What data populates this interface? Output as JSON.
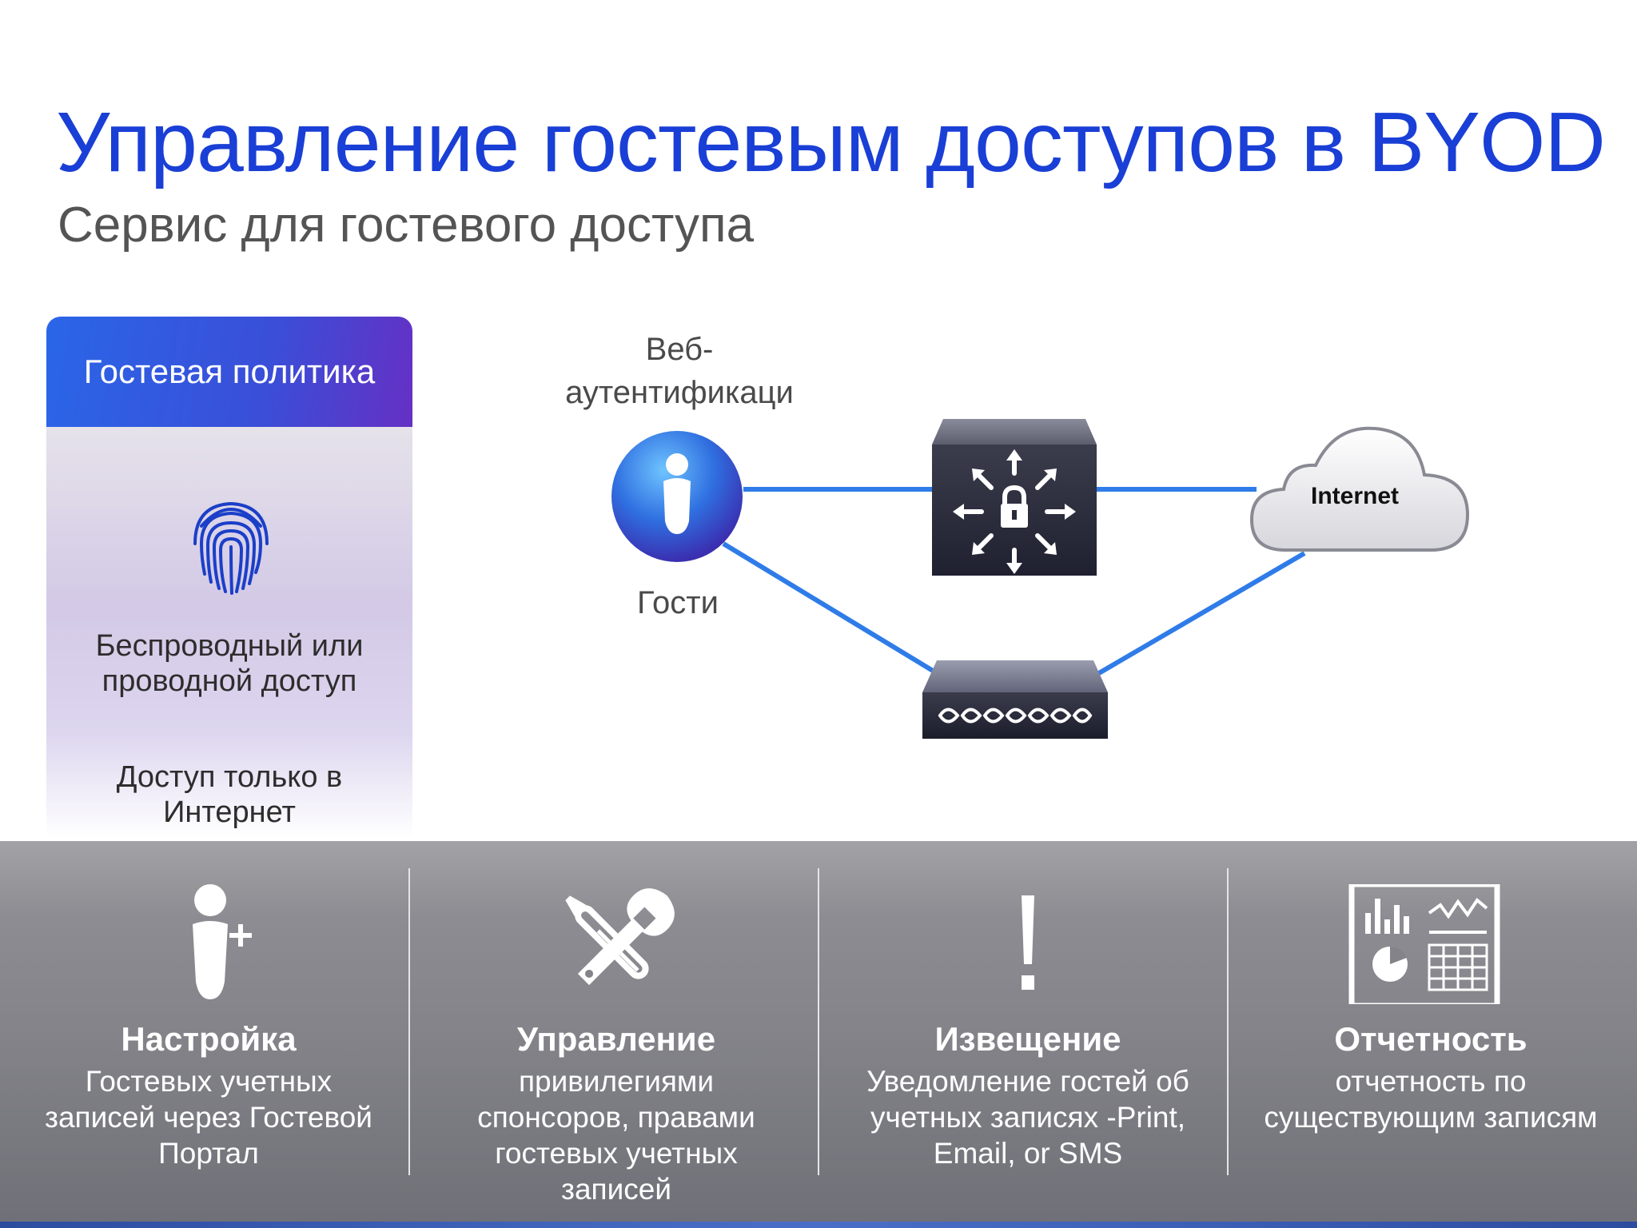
{
  "slide": {
    "title": "Управление гостевым доступов в BYOD",
    "subtitle": "Сервис для гостевого доступа"
  },
  "policy": {
    "header": "Гостевая политика",
    "text1": "Беспроводный или проводной доступ",
    "text2": "Доступ только в Интернет",
    "icon": "fingerprint-icon"
  },
  "diagram": {
    "web_auth_label": "Веб- аутентификаци",
    "guests_label": "Гости",
    "cloud_label": "Internet",
    "link_color": "#2f7ce8",
    "nodes": [
      "user-icon",
      "firewall-icon",
      "switch-icon",
      "cloud-icon"
    ]
  },
  "features": [
    {
      "icon": "add-user-icon",
      "heading": "Настройка",
      "description": "Гостевых учетных записей через Гостевой Портал"
    },
    {
      "icon": "tools-icon",
      "heading": "Управление",
      "description": "привилегиями спонсоров, правами гостевых учетных записей"
    },
    {
      "icon": "exclamation-icon",
      "heading": "Извещение",
      "description": "Уведомление гостей об учетных записях -Print, Email, or SMS"
    },
    {
      "icon": "report-icon",
      "heading": "Отчетность",
      "description": "отчетность по существующим записям"
    }
  ],
  "colors": {
    "title": "#1a3fd6",
    "policy_header_start": "#2a66e8",
    "policy_header_end": "#6530c4",
    "band": "#838389"
  }
}
